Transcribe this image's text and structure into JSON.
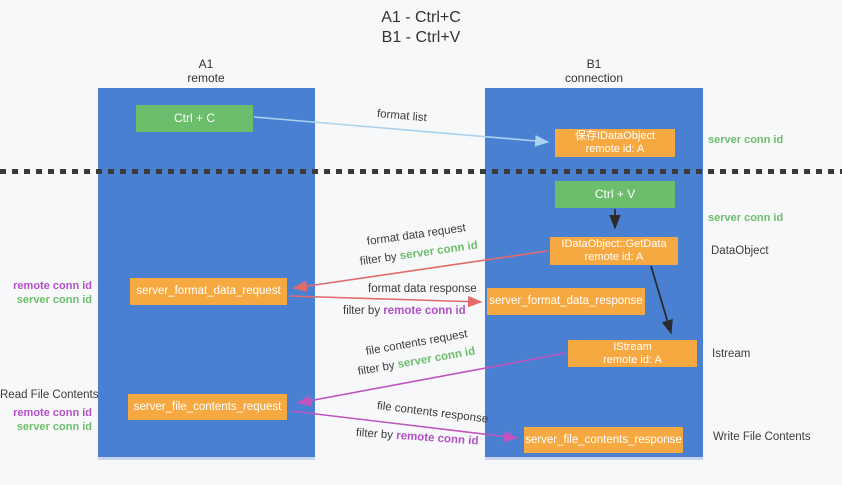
{
  "title": {
    "line1": "A1 - Ctrl+C",
    "line2": "B1 - Ctrl+V"
  },
  "columns": {
    "a1": {
      "label": "A1",
      "sublabel": "remote"
    },
    "b1": {
      "label": "B1",
      "sublabel": "connection"
    }
  },
  "nodes": {
    "ctrl_c": "Ctrl + C",
    "ctrl_v": "Ctrl + V",
    "save_dataobject": {
      "line1": "保存IDataObject",
      "line2": "remote id: A"
    },
    "getdata": {
      "line1": "IDataObject::GetData",
      "line2": "remote id: A"
    },
    "istream": {
      "line1": "IStream",
      "line2": "remote id: A"
    },
    "format_request": "server_format_data_request",
    "format_response": "server_format_data_response",
    "file_request": "server_file_contents_request",
    "file_response": "server_file_contents_response"
  },
  "flow_labels": {
    "format_list": "format list",
    "format_data_request": "format data request",
    "format_data_request_filter": "filter by",
    "format_data_request_filter_id": "server conn id",
    "format_data_response": "format data response",
    "format_data_response_filter": "filter by",
    "format_data_response_filter_id": "remote conn id",
    "file_contents_request": "file contents request",
    "file_contents_request_filter": "filter by",
    "file_contents_request_filter_id": "server conn id",
    "file_contents_response": "file contents response",
    "file_contents_response_filter": "filter by",
    "file_contents_response_filter_id": "remote conn id"
  },
  "left_labels": {
    "format_remote_conn": "remote conn id",
    "format_server_conn": "server conn id",
    "read_file_contents": "Read File Contents",
    "file_remote_conn": "remote conn id",
    "file_server_conn": "server conn id"
  },
  "right_labels": {
    "server_conn_top": "server conn id",
    "server_conn_mid": "server conn id",
    "dataobject": "DataObject",
    "istream": "Istream",
    "write_file_contents": "Write File Contents"
  },
  "colors": {
    "bg": "#f7f8fa",
    "blue": "#4a80d2",
    "green": "#6cbe6c",
    "orange": "#f7a941",
    "red": "#e26a6a",
    "magenta": "#bf54bf",
    "lightblue": "#a9d3f0",
    "ink": "#3c3c3c",
    "purpletext": "#b44fc8",
    "greentext": "#6cbe6c"
  }
}
